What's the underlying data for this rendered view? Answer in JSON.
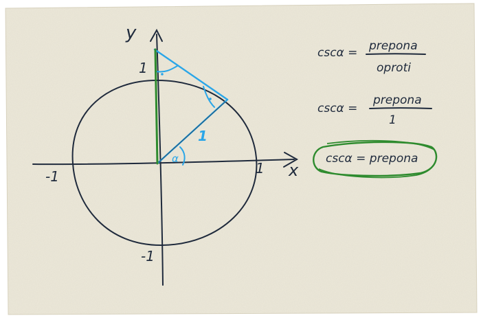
{
  "axes": {
    "x_label": "x",
    "y_label": "y",
    "tick_x_pos": "1",
    "tick_x_neg": "-1",
    "tick_y_pos": "1",
    "tick_y_neg": "-1"
  },
  "figure": {
    "radius_label": "1",
    "angle_label": "α"
  },
  "formulas": [
    {
      "lhs": "cscα =",
      "numerator": "prepona",
      "denominator": "oproti"
    },
    {
      "lhs": "cscα =",
      "numerator": "prepona",
      "denominator": "1"
    }
  ],
  "result": {
    "text": "cscα = prepona"
  },
  "colors": {
    "paper": "#ede9da",
    "ink": "#1f2a3c",
    "blue": "#2aa6e8",
    "green": "#2e8b2e"
  }
}
